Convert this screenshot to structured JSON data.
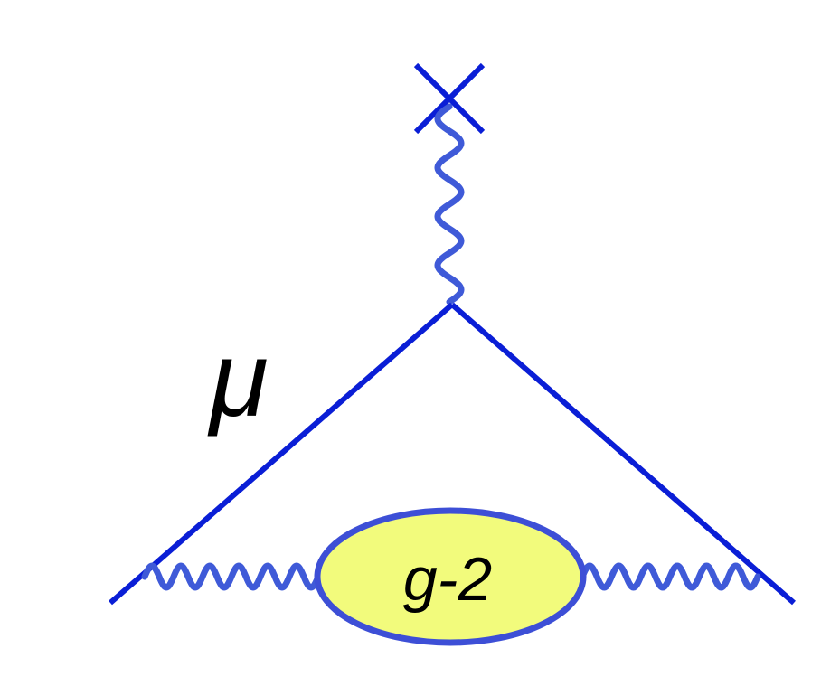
{
  "diagram": {
    "particle_label": "μ",
    "blob_label": "g-2",
    "colors": {
      "fermion_line": "#0a1ed6",
      "photon_line": "#3f5ad8",
      "blob_fill": "#f2fb7c",
      "blob_outline": "#3d4fd6",
      "text": "#000000",
      "background": "#ffffff"
    },
    "elements": {
      "external_source": "cross-icon",
      "external_photon": "wavy-photon",
      "muon_lines": "straight-fermion",
      "loop_photons": "wavy-photon",
      "insertion_blob": "ellipse"
    }
  }
}
